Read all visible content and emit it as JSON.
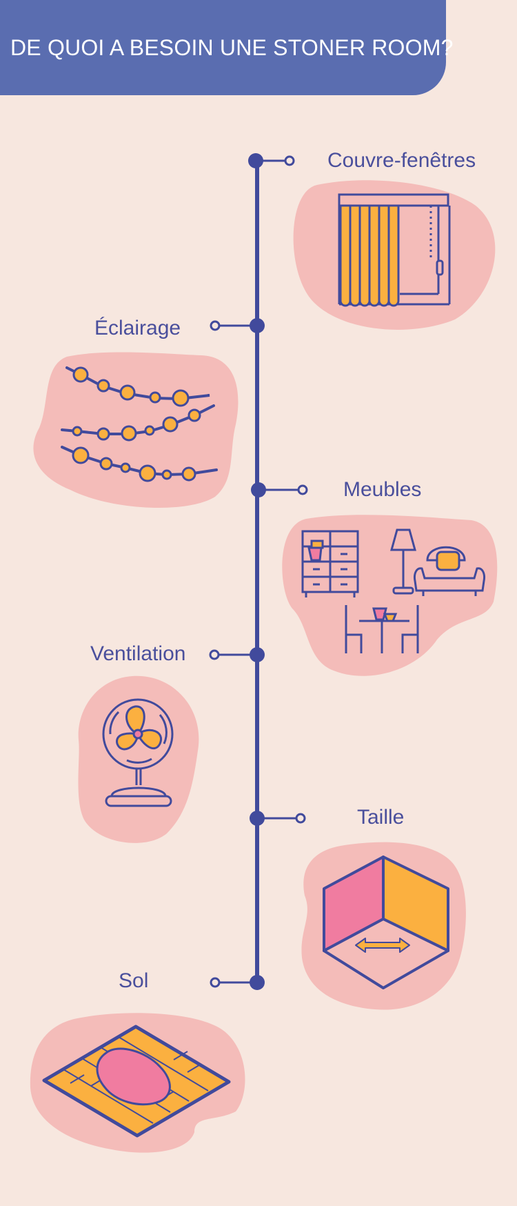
{
  "title": "DE QUOI A BESOIN UNE STONER ROOM?",
  "colors": {
    "background": "#f7e7df",
    "banner": "#5a6db0",
    "line": "#414a9c",
    "blob": "#f4bcb9",
    "accent_orange": "#fbb040",
    "accent_pink": "#f07ca0"
  },
  "items": [
    {
      "label": "Couvre-fenêtres",
      "icon": "window-blinds-icon"
    },
    {
      "label": "Éclairage",
      "icon": "string-lights-icon"
    },
    {
      "label": "Meubles",
      "icon": "furniture-icon"
    },
    {
      "label": "Ventilation",
      "icon": "fan-icon"
    },
    {
      "label": "Taille",
      "icon": "room-size-icon"
    },
    {
      "label": "Sol",
      "icon": "floor-rug-icon"
    }
  ]
}
